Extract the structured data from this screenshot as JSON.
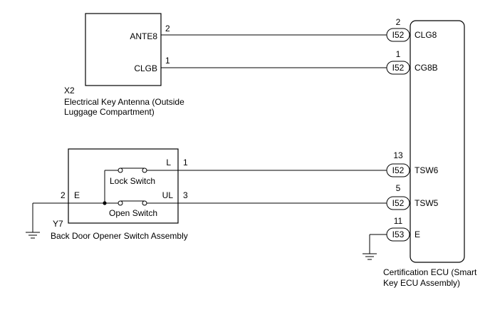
{
  "antenna": {
    "id": "X2",
    "name_line1": "Electrical Key Antenna (Outside",
    "name_line2": "Luggage Compartment)",
    "pins": [
      {
        "label": "ANTE8",
        "number": "2"
      },
      {
        "label": "CLGB",
        "number": "1"
      }
    ]
  },
  "switch_assembly": {
    "id": "Y7",
    "name": "Back Door Opener Switch Assembly",
    "lock_switch": "Lock Switch",
    "open_switch": "Open Switch",
    "pin_l": {
      "label": "L",
      "number": "1"
    },
    "pin_ul": {
      "label": "UL",
      "number": "3"
    },
    "pin_e": {
      "label": "E",
      "number": "2"
    }
  },
  "ecu": {
    "name_line1": "Certification ECU (Smart",
    "name_line2": "Key ECU Assembly)",
    "pins": [
      {
        "connector": "I52",
        "number": "2",
        "label": "CLG8"
      },
      {
        "connector": "I52",
        "number": "1",
        "label": "CG8B"
      },
      {
        "connector": "I52",
        "number": "13",
        "label": "TSW6"
      },
      {
        "connector": "I52",
        "number": "5",
        "label": "TSW5"
      },
      {
        "connector": "I53",
        "number": "11",
        "label": "E"
      }
    ]
  }
}
